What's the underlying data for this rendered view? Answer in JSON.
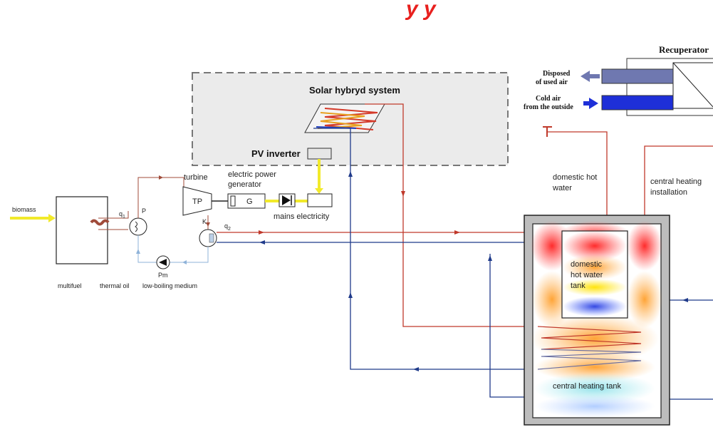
{
  "labels": {
    "title_fragment": "y   y",
    "biomass": "biomass",
    "multifuel": "multifuel",
    "thermal_oil": "thermal oil",
    "low_boiling_medium": "low-boiling medium",
    "q1": "q",
    "q1_sub": "1",
    "q2": "q",
    "q2_sub": "2",
    "p": "P",
    "k": "K",
    "pm": "Pm",
    "turbine": "turbine",
    "tp": "TP",
    "epg_line1": "electric power",
    "epg_line2": "generator",
    "g": "G",
    "mains": "mains electricity",
    "pv_inverter": "PV inverter",
    "solar": "Solar hybryd system",
    "recuperator": "Recuperator",
    "disposed_line1": "Disposed",
    "disposed_line2": "of used air",
    "cold_line1": "Cold air",
    "cold_line2": "from the outside",
    "dhw_line1": "domestic hot",
    "dhw_line2": "water",
    "chi_line1": "central heating",
    "chi_line2": "installation",
    "tank_line1": "domestic",
    "tank_line2": "hot water",
    "tank_line3": "tank",
    "central_tank": "central heating tank"
  },
  "colors": {
    "hot_pipe": "#c0392b",
    "cold_pipe": "#1f3a8a",
    "thermal_oil_pipe": "#a04b3a",
    "low_boiling_pipe": "#8fb3d9",
    "electric": "#f2ea2a",
    "title_red": "#e8201e",
    "cold_air": "#1e2fd8",
    "used_air": "#6f78b0"
  }
}
